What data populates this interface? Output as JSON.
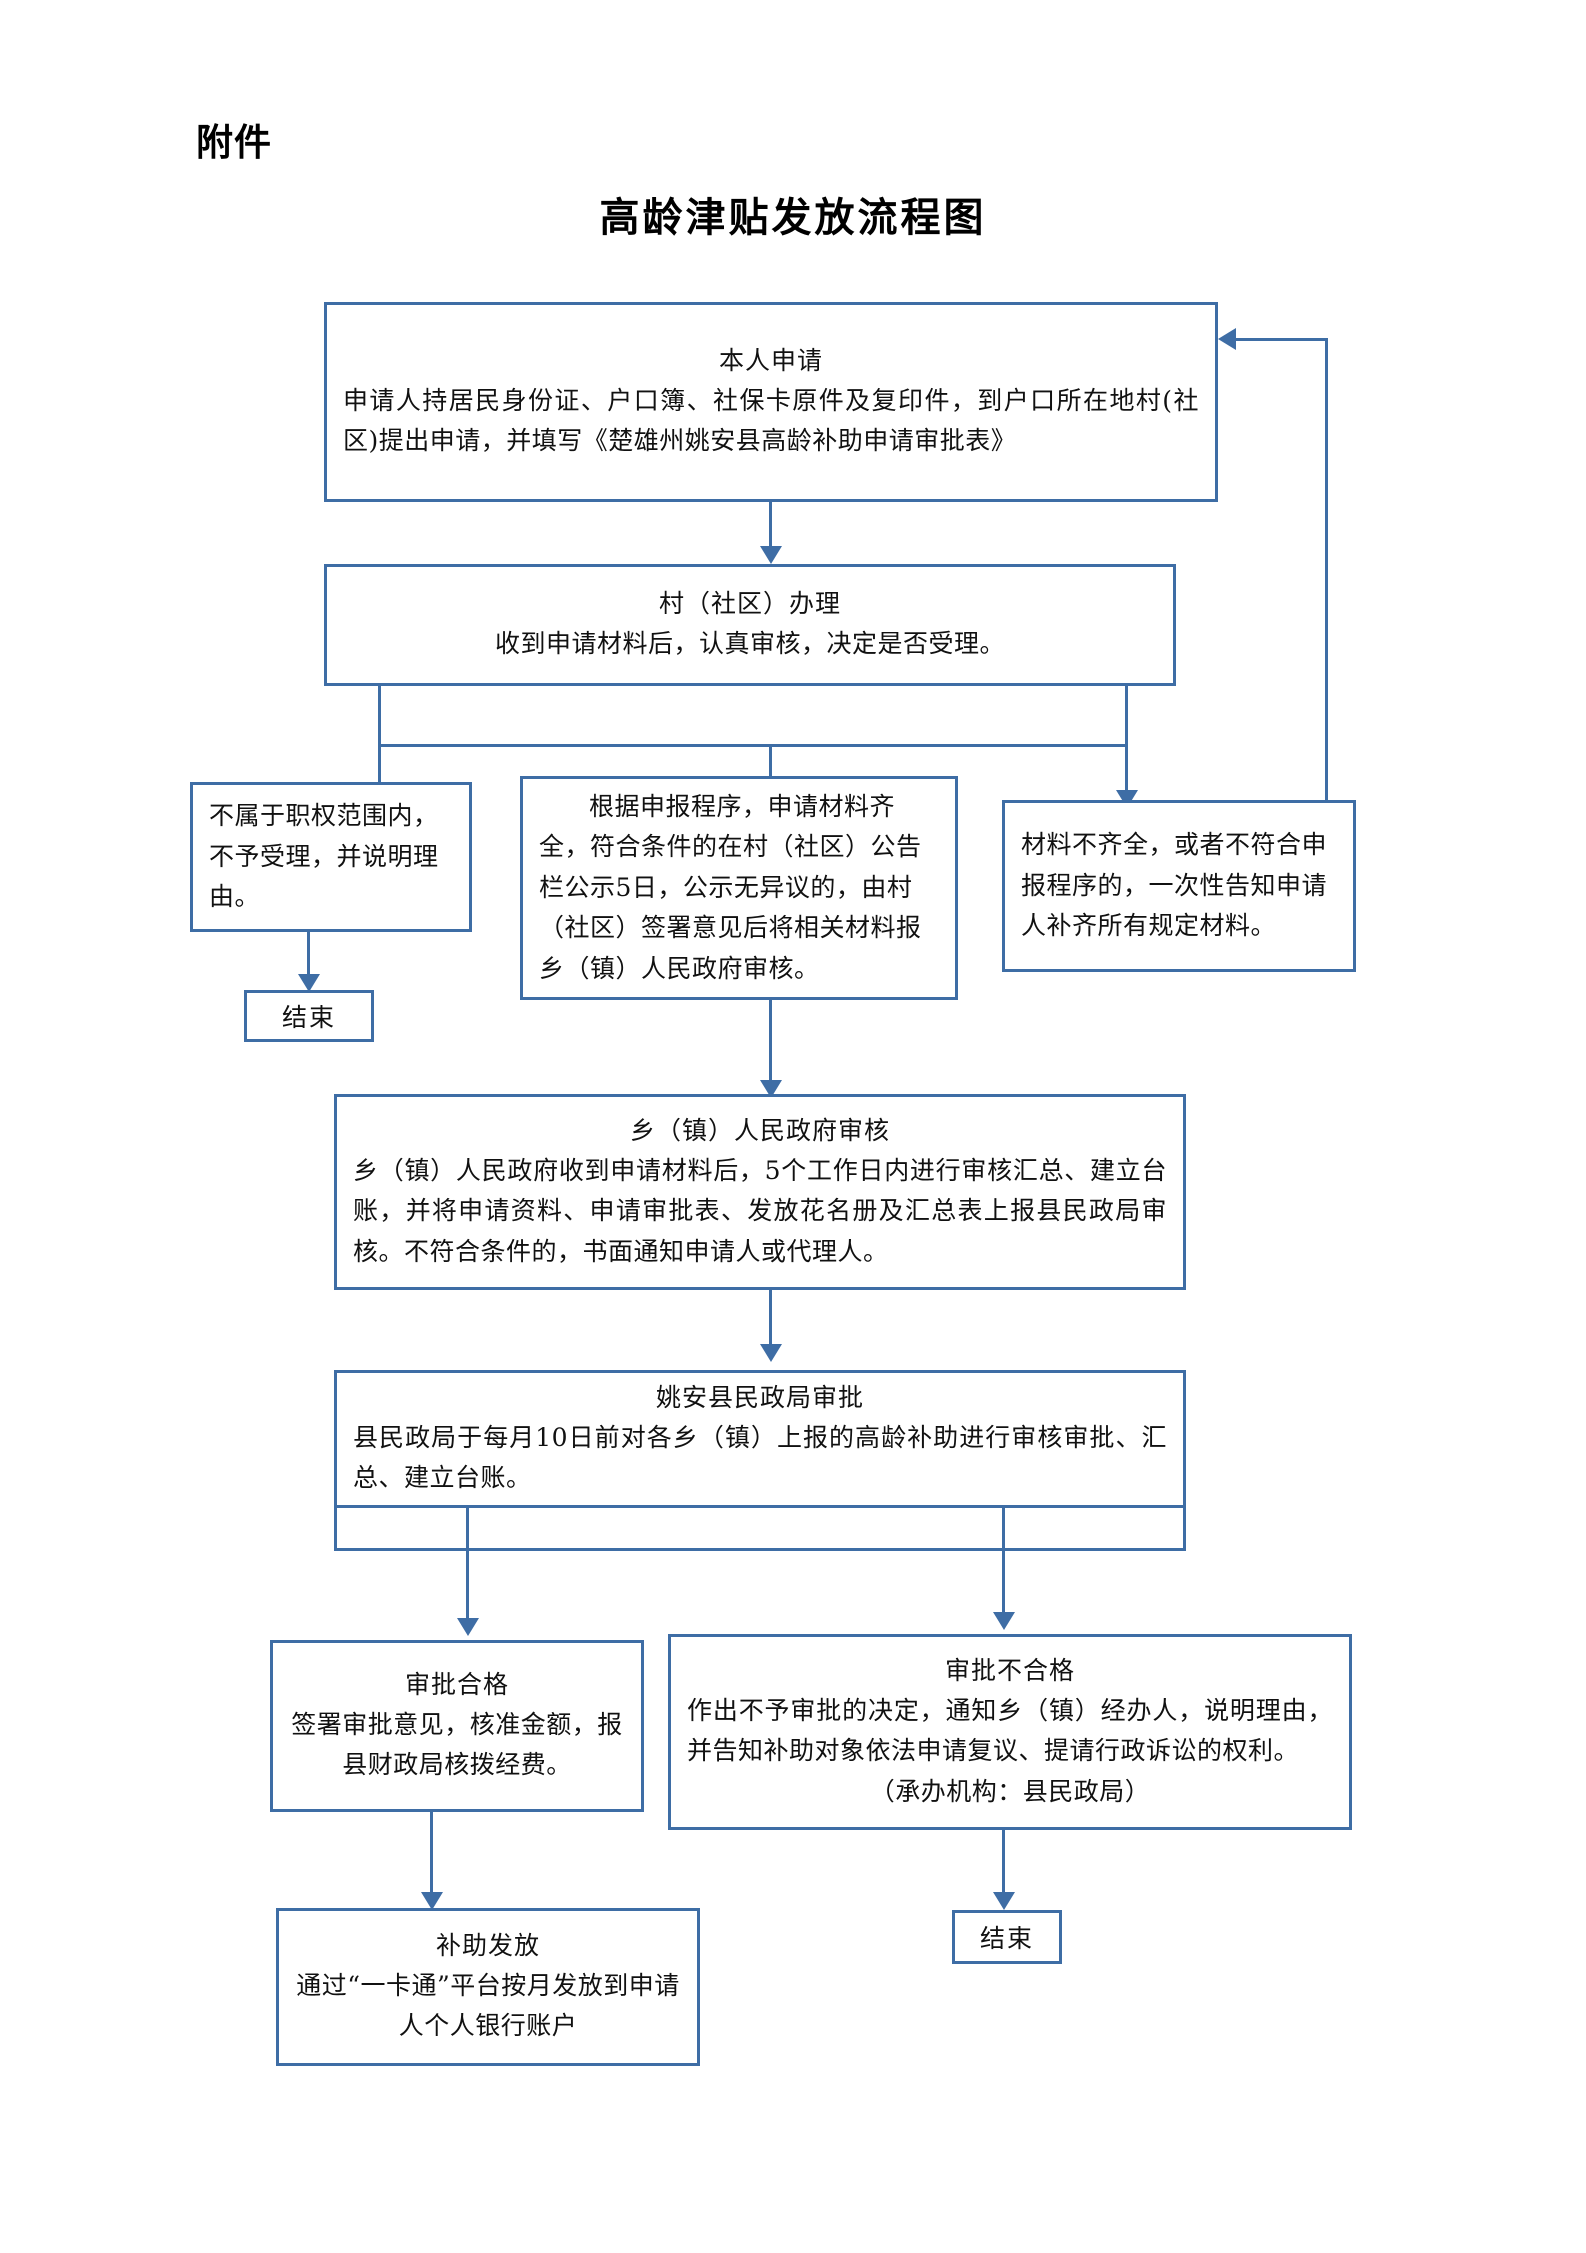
{
  "document": {
    "attachment_label": "附件",
    "title": "高龄津贴发放流程图"
  },
  "flow": {
    "nodes": {
      "self_apply": {
        "heading": "本人申请",
        "body": "申请人持居民身份证、户口簿、社保卡原件及复印件，到户口所在地村(社区)提出申请，并填写《楚雄州姚安县高龄补助申请审批表》"
      },
      "village_process": {
        "heading": "村（社区）办理",
        "body": "收到申请材料后，认真审核，决定是否受理。"
      },
      "not_in_scope": {
        "body": "不属于职权范围内，不予受理，并说明理由。"
      },
      "materials_complete": {
        "body": "根据申报程序，申请材料齐全，符合条件的在村（社区）公告栏公示5日，公示无异议的，由村（社区）签署意见后将相关材料报乡（镇）人民政府审核。"
      },
      "materials_incomplete": {
        "body": "材料不齐全，或者不符合申报程序的，一次性告知申请人补齐所有规定材料。"
      },
      "end_left": {
        "label": "结束"
      },
      "township_review": {
        "heading": "乡（镇）人民政府审核",
        "body": "乡（镇）人民政府收到申请材料后，5个工作日内进行审核汇总、建立台账，并将申请资料、申请审批表、发放花名册及汇总表上报县民政局审核。不符合条件的，书面通知申请人或代理人。"
      },
      "county_approval": {
        "heading": "姚安县民政局审批",
        "body": "县民政局于每月10日前对各乡（镇）上报的高龄补助进行审核审批、汇总、建立台账。"
      },
      "approved": {
        "heading": "审批合格",
        "body": "签署审批意见，核准金额，报县财政局核拨经费。"
      },
      "rejected": {
        "heading": "审批不合格",
        "body": "作出不予审批的决定，通知乡（镇）经办人，说明理由，并告知补助对象依法申请复议、提请行政诉讼的权利。",
        "footer": "（承办机构：县民政局）"
      },
      "subsidy_payment": {
        "heading": "补助发放",
        "body": "通过“一卡通”平台按月发放到申请人个人银行账户"
      },
      "end_right": {
        "label": "结束"
      }
    }
  },
  "style": {
    "border_color": "#3e6da5",
    "connector_color": "#3e6da5",
    "text_color": "#111111",
    "background": "#ffffff"
  }
}
